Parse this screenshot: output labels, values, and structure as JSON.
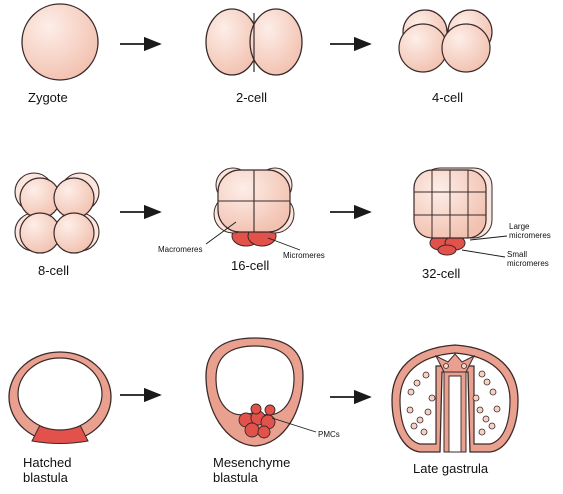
{
  "labels": {
    "zygote": "Zygote",
    "two_cell": "2-cell",
    "four_cell": "4-cell",
    "eight_cell": "8-cell",
    "sixteen_cell": "16-cell",
    "thirtytwo_cell": "32-cell",
    "hatched_line1": "Hatched",
    "hatched_line2": "blastula",
    "mesenchyme_line1": "Mesenchyme",
    "mesenchyme_line2": "blastula",
    "late_gastrula": "Late gastrula"
  },
  "annotations": {
    "macromeres": "Macromeres",
    "micromeres": "Micromeres",
    "large_line1": "Large",
    "large_line2": "micromeres",
    "small_line1": "Small",
    "small_line2": "micromeres",
    "pmcs": "PMCs"
  },
  "colors": {
    "cell_fill": "#f7d2c4",
    "cell_light": "#fbe6dd",
    "micromere_fill": "#e2514a",
    "wall_fill": "#eaa08f",
    "outline": "#3a2a2a",
    "arrow": "#1a1a1a"
  }
}
